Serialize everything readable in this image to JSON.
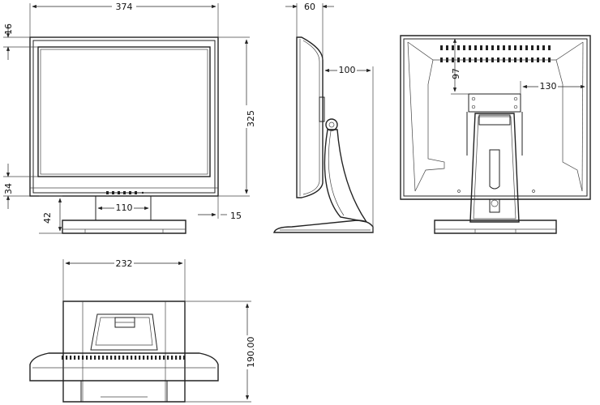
{
  "dimensions": {
    "front_width": "374",
    "front_top_bezel": "16",
    "front_height": "325",
    "front_bottom_bezel": "34",
    "front_stand_height": "42",
    "front_stand_width": "110",
    "front_stand_offset": "15",
    "side_depth": "60",
    "side_stand_depth": "100",
    "rear_hole_vertical": "97",
    "rear_hole_horizontal": "130",
    "top_width": "232",
    "top_depth": "190.00"
  }
}
